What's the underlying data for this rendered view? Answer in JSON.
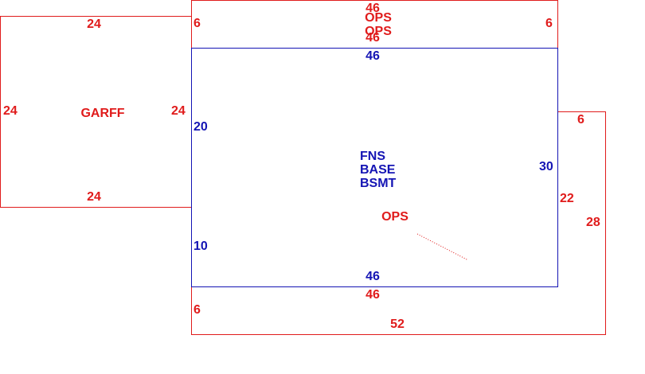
{
  "colors": {
    "perimeter": "#e01b1b",
    "basement": "#1414b4",
    "background": "#ffffff"
  },
  "garage": {
    "name": "GARFF",
    "top": "24",
    "bottom": "24",
    "left": "24",
    "right": "24"
  },
  "top_section": {
    "name_upper": "OPS",
    "name_lower": "OPS",
    "top": "46",
    "bottom": "46",
    "left": "6",
    "right": "6"
  },
  "basement": {
    "title_lines": [
      "FNS",
      "BASE",
      "BSMT"
    ],
    "top": "46",
    "bottom": "46",
    "left_upper": "20",
    "left_lower": "10",
    "right": "30"
  },
  "lower_section": {
    "name": "OPS",
    "bottom_inner": "46",
    "bottom_outer": "52",
    "left": "6",
    "right_inner": "22",
    "right_outer": "28",
    "right_top": "6"
  }
}
